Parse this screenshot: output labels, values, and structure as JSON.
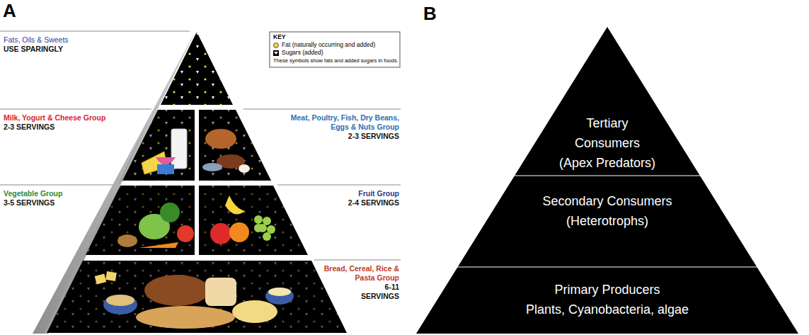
{
  "diagram": {
    "nodes": [
      {
        "text": [
          "Fats, Oils & Sweets",
          "USE SPARINGLY"
        ]
      },
      {
        "text": [
          "Milk, Yogurt & Cheese Group",
          "2-3 SERVINGS"
        ]
      },
      {
        "text": [
          "Meat, Poultry, Fish, Dry Beans, Eggs & Nuts Group",
          "2-3 SERVINGS"
        ]
      },
      {
        "text": [
          "Vegetable Group",
          "3-5 SERVINGS"
        ]
      },
      {
        "text": [
          "Fruit Group",
          "2-4 SERVINGS"
        ]
      },
      {
        "text": [
          "Bread, Cereal, Rice & Pasta Group",
          "6-11 SERVINGS"
        ]
      },
      {
        "text": [
          "Tertiary Consumers",
          "(Apex Predators)"
        ]
      },
      {
        "text": [
          "Secondary Consumers",
          "(Heterotrophs)"
        ]
      },
      {
        "text": [
          "Primary Producers",
          "Plants, Cyanobacteria, algae"
        ]
      }
    ],
    "labels": [
      "A",
      "B",
      "KEY",
      "These symbols show fats and added sugars in foods."
    ],
    "legend": [
      {
        "text": "Fat (naturally occurring and added)"
      },
      {
        "text": "Sugars (added)"
      }
    ]
  }
}
